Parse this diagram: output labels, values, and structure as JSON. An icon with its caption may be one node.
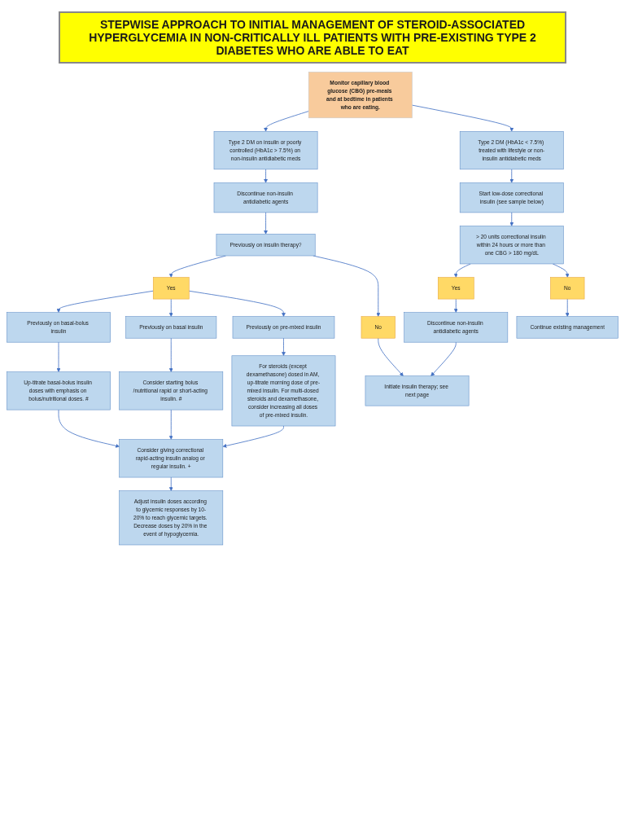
{
  "diagram": {
    "title": "STEPWISE APPROACH TO INITIAL MANAGEMENT OF STEROID-ASSOCIATED HYPERGLYCEMIA IN NON-CRITICALLY ILL PATIENTS WITH PRE-EXISTING TYPE 2 DIABETES WHO ARE ABLE TO EAT",
    "nodes": [
      {
        "text": [
          "Monitor capillary blood glucose (CBG) pre-meals and at bedtime in patients who are eating."
        ]
      },
      {
        "text": [
          "Type 2 DM on insulin or poorly controlled (HbA1c > 7.5%) on non-insulin antidiabetic meds"
        ]
      },
      {
        "text": [
          "Type 2 DM (HbA1c < 7.5%) treated with lifestyle or non-insulin antidiabetic meds"
        ]
      },
      {
        "text": [
          "Discontinue non-insulin antidiabetic agents"
        ]
      },
      {
        "text": [
          "Previously on insulin therapy?"
        ]
      },
      {
        "text": [
          "Yes"
        ]
      },
      {
        "text": [
          "No"
        ]
      },
      {
        "text": [
          "Previously on basal-bolus insulin"
        ]
      },
      {
        "text": [
          "Previously on basal insulin"
        ]
      },
      {
        "text": [
          "Previously on pre-mixed insulin"
        ]
      },
      {
        "text": [
          "Up-titrate basal-bolus insulin doses with emphasis on bolus/nutritional doses. #"
        ]
      },
      {
        "text": [
          "For steroids (except dexamethasone) dosed in AM, up-titrate morning dose of pre-mixed insulin. For multi-dosed steroids and dexamethasone, consider increasing all doses of pre-mixed insulin."
        ]
      },
      {
        "text": [
          "Consider starting bolus /nutritional rapid or short-acting insulin. #"
        ]
      },
      {
        "text": [
          "Start low-dose correctional insulin (see sample below)"
        ]
      },
      {
        "text": [
          "> 20 units correctional insulin within 24 hours or more than one CBG > 180 mg/dL"
        ]
      },
      {
        "text": [
          "Yes"
        ]
      },
      {
        "text": [
          "No"
        ]
      },
      {
        "text": [
          "Discontinue non-insulin antidiabetic agents"
        ]
      },
      {
        "text": [
          "Continue existing management"
        ]
      },
      {
        "text": [
          "Initiate insulin therapy; see next page"
        ]
      },
      {
        "text": [
          "Consider giving correctional rapid-acting insulin analog or regular insulin. +"
        ]
      },
      {
        "text": [
          "Adjust insulin doses according to glycemic responses by 10-20% to reach glycemic targets. Decrease doses by 20% in the event of hypoglycemia."
        ]
      }
    ],
    "edges": [
      {
        "from": 0,
        "to": 1,
        "arrow": "to"
      },
      {
        "from": 0,
        "to": 2,
        "arrow": "to"
      },
      {
        "from": 1,
        "to": 3,
        "arrow": "to"
      },
      {
        "from": 3,
        "to": 4,
        "arrow": "to"
      },
      {
        "from": 4,
        "to": 5,
        "arrow": "to"
      },
      {
        "from": 4,
        "to": 6,
        "arrow": "to"
      },
      {
        "from": 5,
        "to": 7,
        "arrow": "to"
      },
      {
        "from": 5,
        "to": 8,
        "arrow": "to"
      },
      {
        "from": 5,
        "to": 9,
        "arrow": "to"
      },
      {
        "from": 7,
        "to": 10,
        "arrow": "to"
      },
      {
        "from": 9,
        "to": 11,
        "arrow": "to"
      },
      {
        "from": 8,
        "to": 12,
        "arrow": "to"
      },
      {
        "from": 6,
        "to": 19,
        "arrow": "to"
      },
      {
        "from": 2,
        "to": 13,
        "arrow": "to"
      },
      {
        "from": 13,
        "to": 14,
        "arrow": "to"
      },
      {
        "from": 14,
        "to": 15,
        "arrow": "to"
      },
      {
        "from": 14,
        "to": 16,
        "arrow": "to"
      },
      {
        "from": 15,
        "to": 17,
        "arrow": "to"
      },
      {
        "from": 16,
        "to": 18,
        "arrow": "to"
      },
      {
        "from": 17,
        "to": 19,
        "arrow": "to"
      },
      {
        "from": 10,
        "to": 20,
        "arrow": "to"
      },
      {
        "from": 12,
        "to": 20,
        "arrow": "to"
      },
      {
        "from": 11,
        "to": 20,
        "arrow": "to"
      },
      {
        "from": 20,
        "to": 21,
        "arrow": "to"
      }
    ]
  }
}
